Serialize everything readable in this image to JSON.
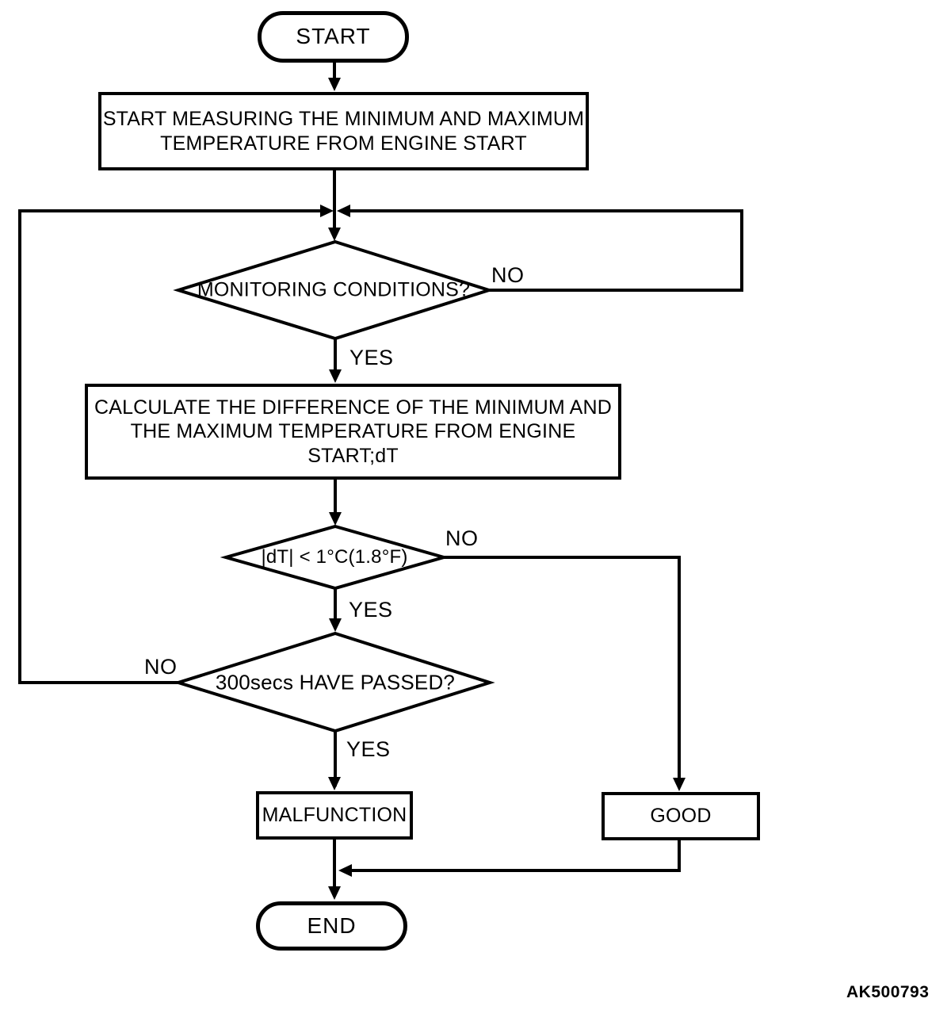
{
  "figure_code": "AK500793",
  "colors": {
    "line": "#000000",
    "background": "#ffffff",
    "text": "#000000"
  },
  "nodes": {
    "start": {
      "label": "START"
    },
    "measure": {
      "lines": [
        "START MEASURING THE MINIMUM AND MAXIMUM",
        "TEMPERATURE FROM ENGINE START"
      ]
    },
    "monitoring": {
      "label": "MONITORING CONDITIONS?"
    },
    "calculate": {
      "lines": [
        "CALCULATE THE DIFFERENCE OF THE MINIMUM AND",
        "THE MAXIMUM TEMPERATURE FROM ENGINE START;dT"
      ]
    },
    "dt_check": {
      "label": "|dT| < 1°C(1.8°F)"
    },
    "elapsed": {
      "label": "300secs HAVE PASSED?"
    },
    "malfunction": {
      "label": "MALFUNCTION"
    },
    "good": {
      "label": "GOOD"
    },
    "end": {
      "label": "END"
    }
  },
  "edge_labels": {
    "monitoring_no": "NO",
    "monitoring_yes": "YES",
    "dt_no": "NO",
    "dt_yes": "YES",
    "elapsed_no": "NO",
    "elapsed_yes": "YES"
  }
}
